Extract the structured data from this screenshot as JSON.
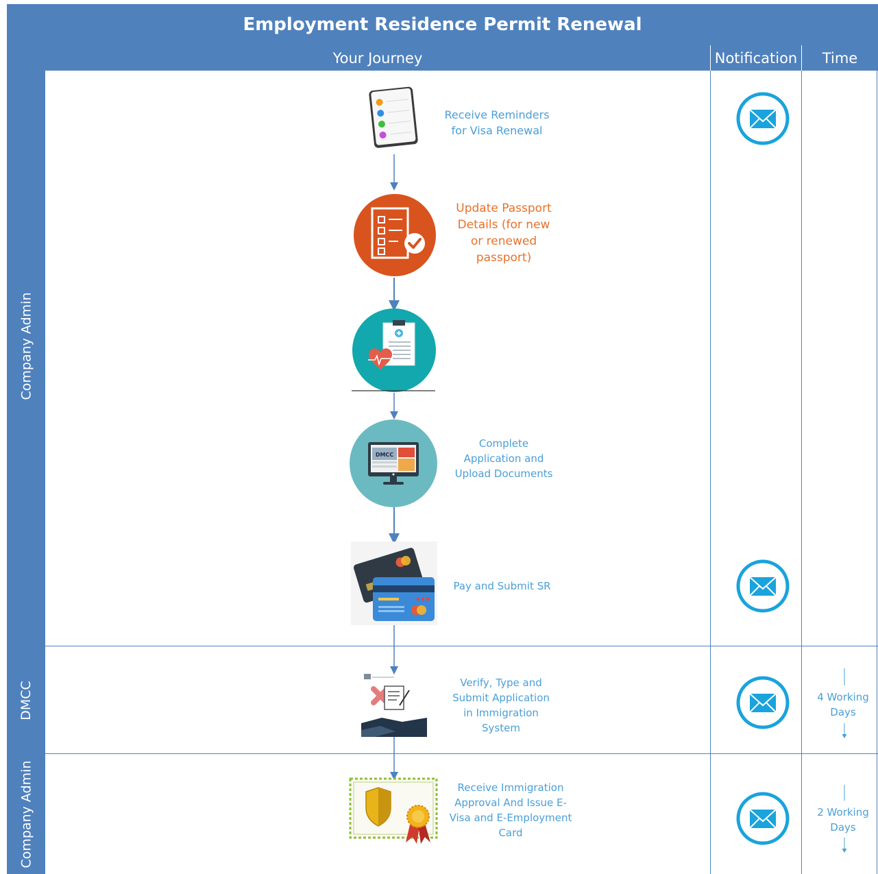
{
  "title": "Employment Residence Permit Renewal",
  "columns": {
    "journey": "Your Journey",
    "notification": "Notification",
    "time": "Time"
  },
  "lanes": {
    "company_admin_top": "Company Admin",
    "dmcc": "DMCC",
    "company_admin_bottom": "Company Admin"
  },
  "steps": {
    "receive_reminders": "Receive Reminders\nfor Visa Renewal",
    "update_passport": "Update Passport\nDetails (for new\nor renewed\npassport)",
    "medical": "",
    "complete_application": "Complete\nApplication and\nUpload Documents",
    "pay_submit": "Pay and Submit SR",
    "verify_type_submit": "Verify, Type and\nSubmit Application\nin Immigration\nSystem",
    "receive_approval": "Receive Immigration\nApproval And Issue E-\nVisa and E-Employment\nCard"
  },
  "monitor_brand": "DMCC",
  "times": {
    "dmcc": "4 Working\nDays",
    "approval": "2 Working\nDays"
  },
  "colors": {
    "header_blue": "#4f81bd",
    "text_blue": "#4a9fd8",
    "orange": "#e8712a",
    "notification_blue": "#1aa3dc"
  },
  "icons": {
    "notification": "envelope-icon"
  }
}
